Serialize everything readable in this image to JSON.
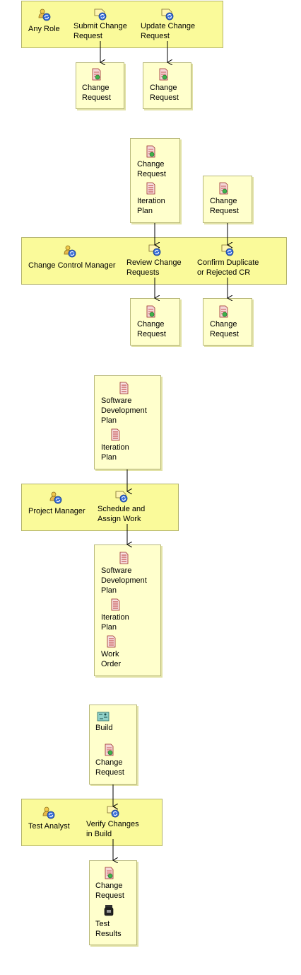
{
  "section1": {
    "role": "Any Role",
    "task_submit": "Submit Change\nRequest",
    "task_update": "Update Change\nRequest",
    "out_submit": "Change\nRequest",
    "out_update": "Change\nRequest"
  },
  "section2": {
    "in_review_cr": "Change\nRequest",
    "in_review_ip": "Iteration\nPlan",
    "in_confirm_cr": "Change\nRequest",
    "role": "Change Control Manager",
    "task_review": "Review Change\nRequests",
    "task_confirm": "Confirm Duplicate\nor Rejected CR",
    "out_review_cr": "Change\nRequest",
    "out_confirm_cr": "Change\nRequest"
  },
  "section3": {
    "in_sdp": "Software\nDevelopment\nPlan",
    "in_ip": "Iteration\nPlan",
    "role": "Project Manager",
    "task_schedule": "Schedule and\nAssign Work",
    "out_sdp": "Software\nDevelopment\nPlan",
    "out_ip": "Iteration\nPlan",
    "out_wo": "Work\nOrder"
  },
  "section4": {
    "in_build": "Build",
    "in_cr": "Change\nRequest",
    "role": "Test Analyst",
    "task_verify": "Verify Changes\nin Build",
    "out_cr": "Change\nRequest",
    "out_tr": "Test\nResults"
  },
  "icons": {
    "role": "role-icon",
    "task": "task-icon",
    "change_request": "change-request-icon",
    "document": "document-icon",
    "build": "build-icon",
    "test_results": "test-results-icon"
  },
  "colors": {
    "lane_fill": "#fafa9a",
    "artifact_fill": "#ffffcc",
    "border": "#b3b36b"
  }
}
